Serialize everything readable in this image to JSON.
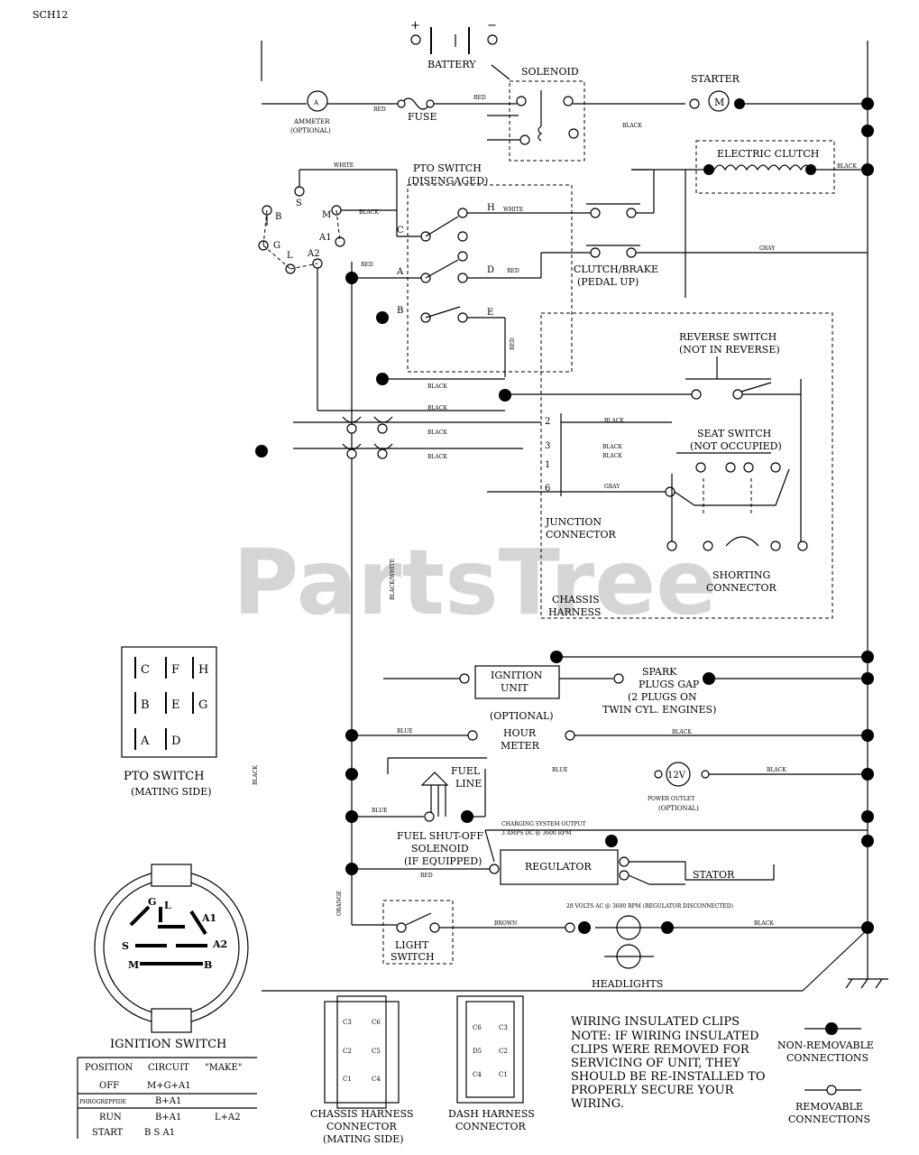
{
  "page_code": "SCH12",
  "watermark": "PartsTree",
  "labels": {
    "battery": "BATTERY",
    "battery_plus": "+",
    "battery_minus": "−",
    "solenoid": "SOLENOID",
    "starter": "STARTER",
    "starter_m": "M",
    "ammeter_a": "A",
    "ammeter": "AMMETER",
    "ammeter_opt": "(OPTIONAL)",
    "fuse": "FUSE",
    "electric_clutch": "ELECTRIC CLUTCH",
    "pto_switch": "PTO SWITCH",
    "pto_disengaged": "(DISENGAGED)",
    "clutch_brake": "CLUTCH/BRAKE",
    "pedal_up": "(PEDAL UP)",
    "reverse_switch": "REVERSE SWITCH",
    "not_in_reverse": "(NOT IN REVERSE)",
    "seat_switch": "SEAT SWITCH",
    "not_occupied": "(NOT OCCUPIED)",
    "junction": "JUNCTION",
    "connector": "CONNECTOR",
    "shorting": "SHORTING",
    "shorting_connector": "CONNECTOR",
    "chassis": "CHASSIS",
    "harness": "HARNESS",
    "ignition_unit_1": "IGNITION",
    "ignition_unit_2": "UNIT",
    "spark_1": "SPARK",
    "spark_2": "PLUGS GAP",
    "spark_3": "(2 PLUGS ON",
    "spark_4": "TWIN CYL. ENGINES)",
    "hour_opt": "(OPTIONAL)",
    "hour_1": "HOUR",
    "hour_2": "METER",
    "fuel_line_1": "FUEL",
    "fuel_line_2": "LINE",
    "power_12v": "12V",
    "power_outlet": "POWER OUTLET",
    "power_opt": "(OPTIONAL)",
    "fuel_shutoff_1": "FUEL SHUT-OFF",
    "fuel_shutoff_2": "SOLENOID",
    "fuel_shutoff_3": "(IF EQUIPPED)",
    "charging_1": "CHARGING SYSTEM OUTPUT",
    "charging_2": "3 AMPS DC @ 3600 RPM",
    "regulator": "REGULATOR",
    "stator": "STATOR",
    "volts_ac": "28 VOLTS AC @ 3600 RPM (REGULATOR DISCONNECTED)",
    "light_1": "LIGHT",
    "light_2": "SWITCH",
    "headlights": "HEADLIGHTS",
    "pto_mating_1": "PTO SWITCH",
    "pto_mating_2": "(MATING SIDE)",
    "ignition_switch": "IGNITION SWITCH",
    "chassis_conn_1": "CHASSIS HARNESS",
    "chassis_conn_2": "CONNECTOR",
    "chassis_conn_3": "(MATING SIDE)",
    "dash_conn_1": "DASH HARNESS",
    "dash_conn_2": "CONNECTOR",
    "note_1": "WIRING INSULATED CLIPS",
    "note_2": "NOTE: IF WIRING INSULATED",
    "note_3": "CLIPS WERE REMOVED FOR",
    "note_4": "SERVICING OF UNIT, THEY",
    "note_5": "SHOULD BE RE-INSTALLED TO",
    "note_6": "PROPERLY SECURE YOUR",
    "note_7": "WIRING.",
    "nonremovable_1": "NON-REMOVABLE",
    "nonremovable_2": "CONNECTIONS",
    "removable_1": "REMOVABLE",
    "removable_2": "CONNECTIONS"
  },
  "wires": {
    "red": "RED",
    "black": "BLACK",
    "white": "WHITE",
    "gray": "GRAY",
    "blue": "BLUE",
    "brown": "BROWN",
    "orange": "ORANGE",
    "black_white": "BLACK/WHITE",
    "black_black": "BLACK",
    "red_vertical": "RED"
  },
  "terminals": {
    "ign_s": "S",
    "ign_b": "B",
    "ign_m": "M",
    "ign_g": "G",
    "ign_l": "L",
    "ign_a1": "A1",
    "ign_a2": "A2",
    "pto_c": "C",
    "pto_h": "H",
    "pto_a": "A",
    "pto_d": "D",
    "pto_b": "B",
    "pto_e": "E",
    "jc_2": "2",
    "jc_3": "3",
    "jc_1": "1",
    "jc_6": "6"
  },
  "pto_grid": [
    "C",
    "F",
    "H",
    "B",
    "E",
    "G",
    "A",
    "D"
  ],
  "ign_face": [
    "G",
    "L",
    "A1",
    "S",
    "A2",
    "M",
    "B"
  ],
  "ign_table": {
    "headers": [
      "POSITION",
      "CIRCUIT",
      "\"MAKE\""
    ],
    "rows": [
      [
        "OFF",
        "M+G+A1",
        ""
      ],
      [
        "PHROGREPPIDE",
        "B+A1",
        ""
      ],
      [
        "RUN",
        "B+A1",
        "L+A2"
      ],
      [
        "START",
        "B   S   A1",
        ""
      ]
    ]
  },
  "chassis_pins": [
    "C3",
    "C6",
    "C2",
    "C5",
    "C1",
    "C4"
  ],
  "dash_pins": [
    "C6",
    "C3",
    "D5",
    "C2",
    "C4",
    "C1"
  ]
}
